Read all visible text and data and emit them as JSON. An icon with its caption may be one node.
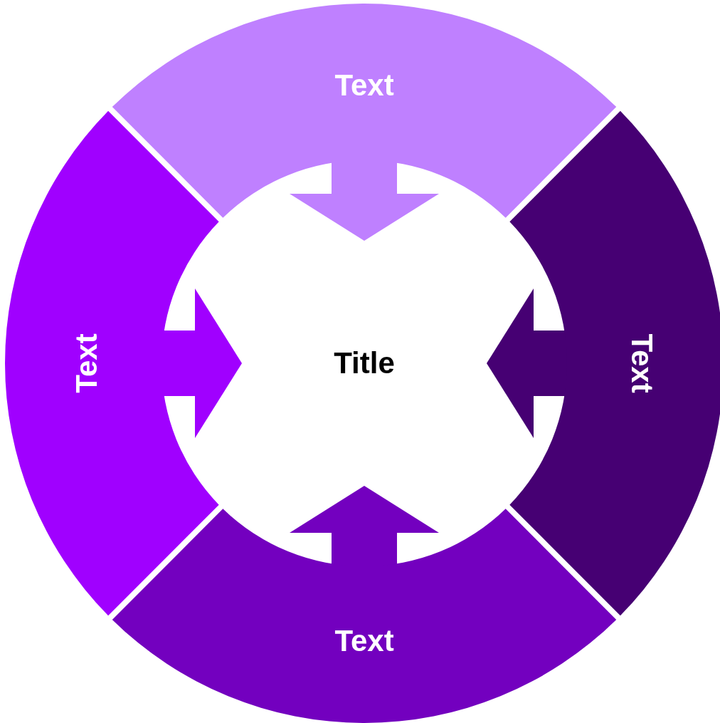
{
  "diagram": {
    "nodes": [
      {
        "text": [
          "Text"
        ]
      },
      {
        "text": [
          "Text"
        ]
      },
      {
        "text": [
          "Title"
        ]
      },
      {
        "text": [
          "Text"
        ]
      },
      {
        "text": [
          "Text"
        ]
      }
    ],
    "edges": [
      {
        "from": 0,
        "to": 2,
        "arrow": "to",
        "color": "#bf80ff"
      },
      {
        "from": 1,
        "to": 2,
        "arrow": "to",
        "color": "#a000ff"
      },
      {
        "from": 3,
        "to": 2,
        "arrow": "to",
        "color": "#460073"
      },
      {
        "from": 4,
        "to": 2,
        "arrow": "to",
        "color": "#7300bf"
      }
    ]
  }
}
